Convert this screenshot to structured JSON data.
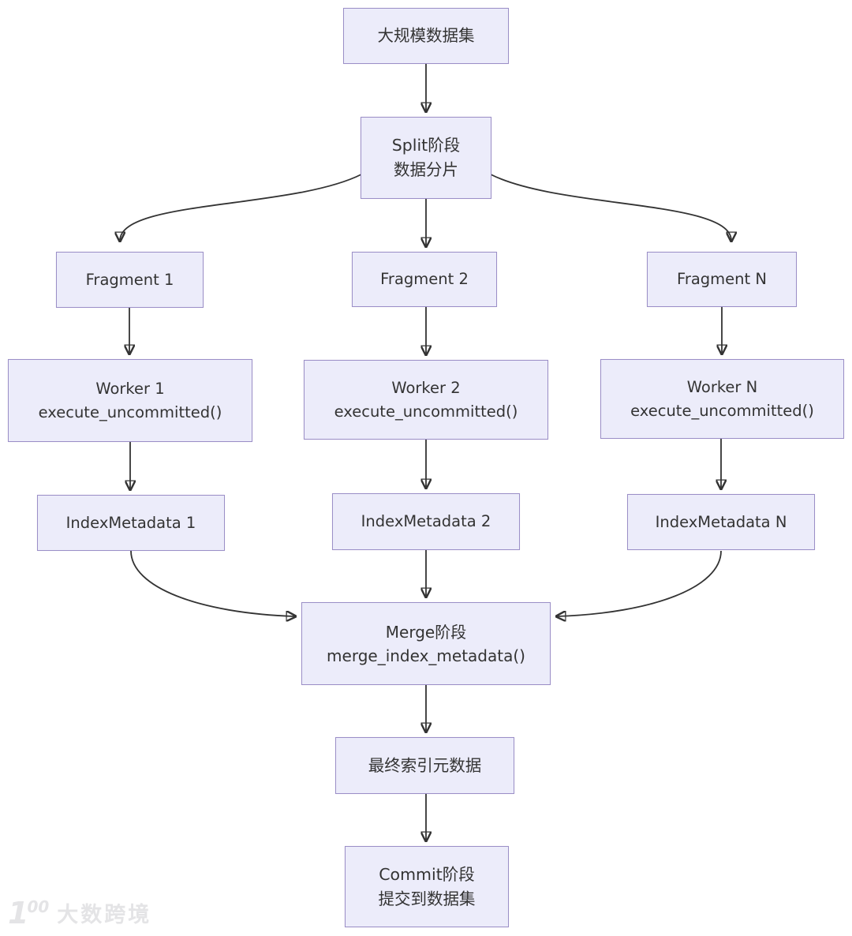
{
  "diagram": {
    "title": "Split-Execute-Merge-Commit indexing pipeline flowchart",
    "colors": {
      "node_fill": "#ECECFA",
      "node_border": "#9b8fc7",
      "text": "#333333",
      "edge": "#333333",
      "watermark": "#e4e4e6"
    },
    "nodes": {
      "dataset": {
        "label": "大规模数据集"
      },
      "split": {
        "line1": "Split阶段",
        "line2": "数据分片"
      },
      "frag1": {
        "label": "Fragment 1"
      },
      "frag2": {
        "label": "Fragment 2"
      },
      "fragN": {
        "label": "Fragment N"
      },
      "worker1": {
        "line1": "Worker 1",
        "line2": "execute_uncommitted()"
      },
      "worker2": {
        "line1": "Worker 2",
        "line2": "execute_uncommitted()"
      },
      "workerN": {
        "line1": "Worker N",
        "line2": "execute_uncommitted()"
      },
      "idx1": {
        "label": "IndexMetadata 1"
      },
      "idx2": {
        "label": "IndexMetadata 2"
      },
      "idxN": {
        "label": "IndexMetadata N"
      },
      "merge": {
        "line1": "Merge阶段",
        "line2": "merge_index_metadata()"
      },
      "final": {
        "label": "最终索引元数据"
      },
      "commit": {
        "line1": "Commit阶段",
        "line2": "提交到数据集"
      }
    },
    "watermark": {
      "logo_one": "1",
      "logo_zeros": "00",
      "text": "大数跨境"
    }
  }
}
